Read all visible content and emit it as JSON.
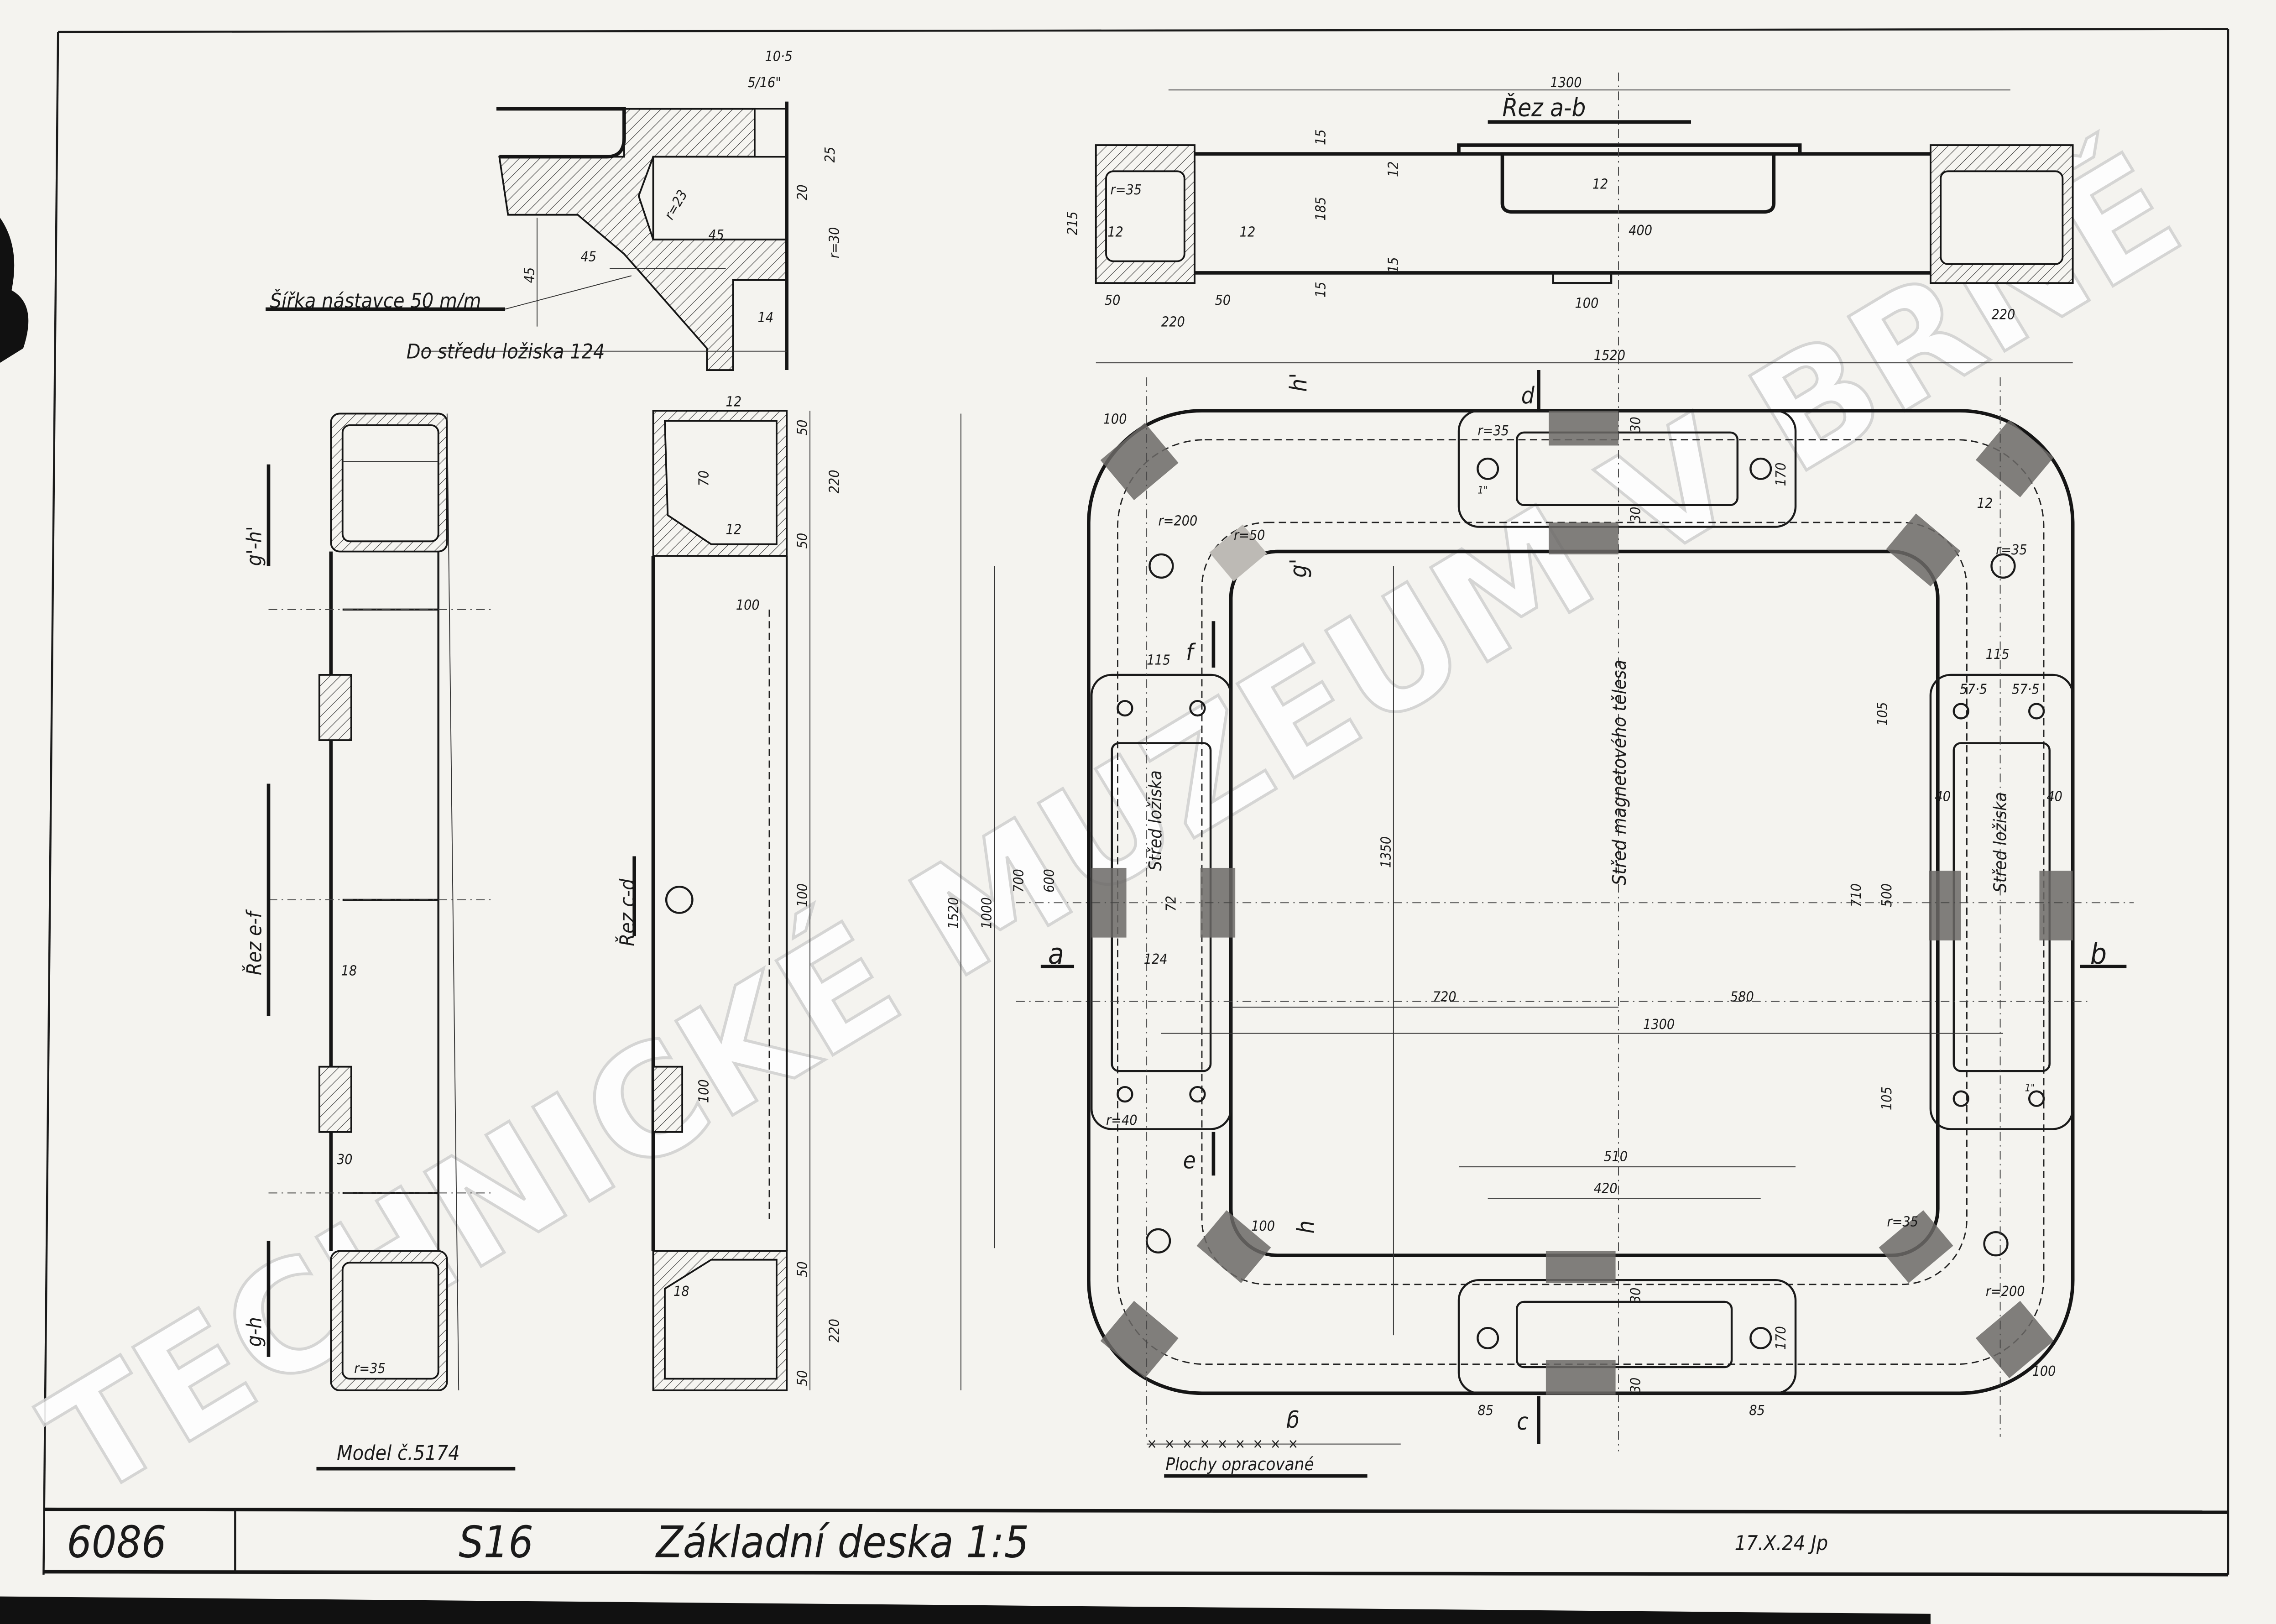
{
  "title_block": {
    "drawing_number": "6086",
    "series": "S16",
    "title": "Základní deska 1:5",
    "date_signature": "17.X.24 Jp"
  },
  "watermark": "TECHNICKÉ MUZEUM V BRNĚ",
  "notes": {
    "model": "Model č.5174",
    "machined_surfaces": "Plochy opracované",
    "attachment_width": "Šířka nástavce 50 m/m",
    "to_bearing_center": "Do středu ložiska 124"
  },
  "section_labels": {
    "ab": "Řez a-b",
    "cd": "Řez c-d",
    "ef": "Řez e-f",
    "gh_prime": "g'-h'",
    "gh": "g-h",
    "magnet_center": "Střed magnetového tělesa",
    "bearing_center_left": "Střed ložiska",
    "bearing_center_right": "Střed ložiska"
  },
  "cut_letters": [
    "a",
    "b",
    "c",
    "d",
    "e",
    "f",
    "g",
    "g'",
    "h",
    "h'"
  ],
  "detail_dims": [
    "10·5",
    "5/16\"",
    "25",
    "20",
    "r=23",
    "45",
    "45",
    "45",
    "r=30",
    "14"
  ],
  "ab_dims": [
    "1300",
    "15",
    "12",
    "185",
    "15",
    "15",
    "12",
    "12",
    "r=35",
    "12",
    "400",
    "50",
    "220",
    "50",
    "100",
    "220",
    "215",
    "1520"
  ],
  "left_dims": [
    "18",
    "30",
    "r=35",
    "12",
    "70",
    "12",
    "100",
    "220",
    "50",
    "50",
    "100",
    "100",
    "18",
    "220",
    "50",
    "50",
    "1520",
    "1000"
  ],
  "plan_dims": [
    "100",
    "r=35",
    "30",
    "170",
    "30",
    "r=200",
    "r=50",
    "12",
    "r=35",
    "115",
    "115",
    "57·5",
    "57·5",
    "105",
    "710",
    "500",
    "40",
    "40",
    "105",
    "700",
    "600",
    "72",
    "124",
    "1350",
    "720",
    "580",
    "1300",
    "510",
    "420",
    "100",
    "r=35",
    "170",
    "30",
    "30",
    "85",
    "85",
    "r=200",
    "100",
    "r=40",
    "1\"",
    "1\""
  ]
}
